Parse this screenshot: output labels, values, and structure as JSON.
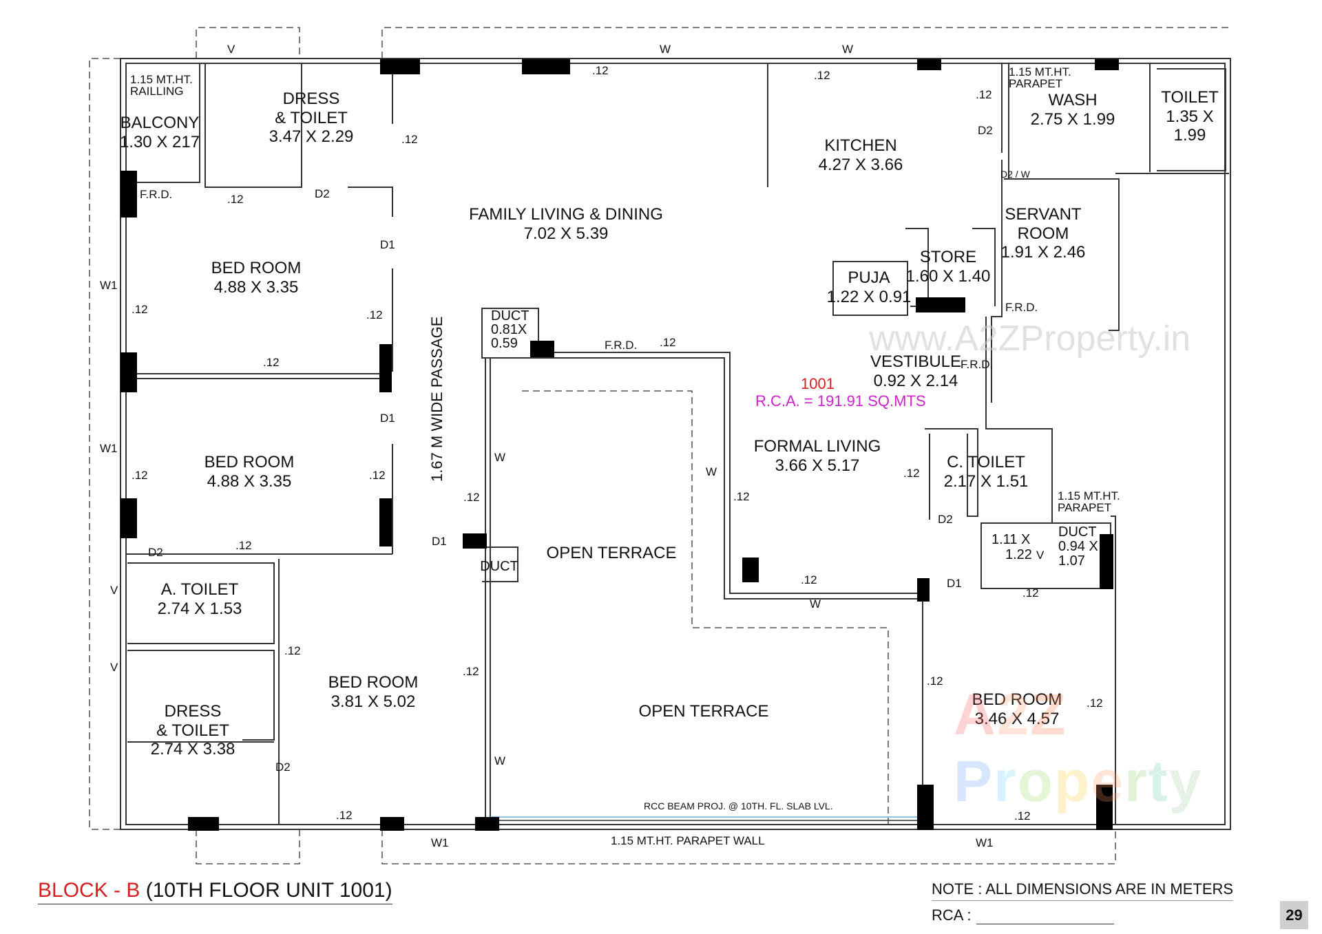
{
  "plan": {
    "rooms": [
      {
        "key": "balcony",
        "name": "BALCONY",
        "dims": "1.30 X 217"
      },
      {
        "key": "dress_toilet_top",
        "name": "DRESS\n& TOILET",
        "dims": "3.47 X 2.29"
      },
      {
        "key": "family_living",
        "name": "FAMILY LIVING & DINING",
        "dims": "7.02 X 5.39"
      },
      {
        "key": "kitchen",
        "name": "KITCHEN",
        "dims": "4.27 X 3.66"
      },
      {
        "key": "wash",
        "name": "WASH",
        "dims": "2.75 X 1.99"
      },
      {
        "key": "toilet",
        "name": "TOILET",
        "dims": "1.35 X\n1.99"
      },
      {
        "key": "servant_room",
        "name": "SERVANT\nROOM",
        "dims": "1.91 X 2.46"
      },
      {
        "key": "store",
        "name": "STORE",
        "dims": "1.60 X 1.40"
      },
      {
        "key": "puja",
        "name": "PUJA",
        "dims": "1.22 X 0.91"
      },
      {
        "key": "bed_room_1",
        "name": "BED ROOM",
        "dims": "4.88 X 3.35"
      },
      {
        "key": "bed_room_2",
        "name": "BED ROOM",
        "dims": "4.88 X 3.35"
      },
      {
        "key": "vestibule",
        "name": "VESTIBULE",
        "dims": "0.92 X 2.14"
      },
      {
        "key": "formal_living",
        "name": "FORMAL LIVING",
        "dims": "3.66 X 5.17"
      },
      {
        "key": "c_toilet",
        "name": "C. TOILET",
        "dims": "2.17 X 1.51"
      },
      {
        "key": "a_toilet",
        "name": "A. TOILET",
        "dims": "2.74 X 1.53"
      },
      {
        "key": "dress_toilet_bottom",
        "name": "DRESS\n& TOILET",
        "dims": "2.74 X 3.38"
      },
      {
        "key": "bed_room_3",
        "name": "BED ROOM",
        "dims": "3.81 X 5.02"
      },
      {
        "key": "bed_room_4",
        "name": "BED ROOM",
        "dims": "3.46 X 4.57"
      },
      {
        "key": "open_terrace_1",
        "name": "OPEN TERRACE",
        "dims": ""
      },
      {
        "key": "open_terrace_2",
        "name": "OPEN TERRACE",
        "dims": ""
      },
      {
        "key": "duct_1",
        "name": "DUCT",
        "dims": "0.81X\n0.59"
      },
      {
        "key": "duct_2",
        "name": "DUCT",
        "dims": ""
      },
      {
        "key": "duct_3",
        "name": "DUCT",
        "dims": "0.94 X\n1.07"
      },
      {
        "key": "small_space",
        "name": "1.11 X",
        "dims": "1.22"
      }
    ],
    "labels": {
      "railling": "1.15 MT.HT.\nRAILLING",
      "parapet_top": "1.15 MT.HT.\nPARAPET",
      "parapet_right": "1.15 MT.HT.\nPARAPET",
      "passage": "1.67 M   WIDE PASSAGE",
      "unit_no": "1001",
      "rca_value": "R.C.A. = 191.91 SQ.MTS",
      "rcc_beam": "RCC BEAM PROJ. @ 10TH. FL. SLAB LVL.",
      "parapet_wall": "1.15 MT.HT. PARAPET WALL",
      "v": "V",
      "w": "W",
      "w1": "W1",
      "d1": "D1",
      "d2": "D2",
      "frd": "F.R.D.",
      "d2w": "D2 / W",
      "thk": ".12"
    },
    "watermark_url": "www.A2ZProperty.in",
    "brand_parts": [
      "A",
      "2",
      "Z",
      " ",
      "P",
      "r",
      "o",
      "p",
      "e",
      "r",
      "t",
      "y"
    ],
    "brand_colors": [
      "#ff5555",
      "#ff9966",
      "#ff7744",
      "#ffffff",
      "#6699ff",
      "#66ccff",
      "#99dd66",
      "#ffcc33",
      "#ff9966",
      "#88cc66",
      "#66ccaa",
      "#99cc99"
    ]
  },
  "footer": {
    "title_red": "BLOCK - B",
    "title_black": "(10TH FLOOR UNIT 1001)",
    "note": "NOTE : ALL DIMENSIONS ARE IN METERS",
    "rca_label": "RCA :",
    "page_number": "29"
  },
  "colors": {
    "wall": "#333333",
    "column": "#000000",
    "red": "#d61f1f",
    "magenta": "#cc22cc",
    "beam": "#6aaedc"
  }
}
